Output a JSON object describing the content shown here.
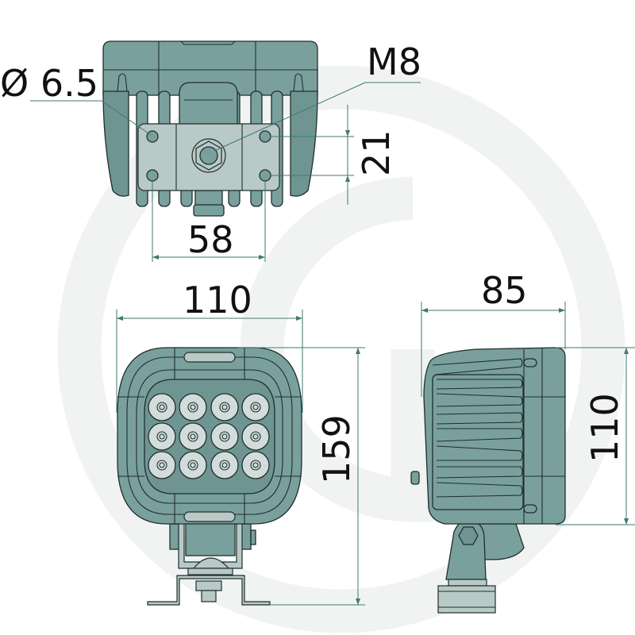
{
  "drawing": {
    "subject": "LED work light dimension drawing",
    "colors": {
      "body": "#7aa09d",
      "outline": "#1e2e2d",
      "mount_plate": "#b8c9c6",
      "led_lens": "#d2dcda",
      "dimension_line": "#3f7a70",
      "watermark": "#f1f3f3"
    },
    "views": {
      "top": {
        "label_hole_diameter": "Ø 6.5",
        "label_bolt": "M8",
        "label_hole_spacing_vertical": "21",
        "label_hole_spacing_horizontal": "58"
      },
      "front": {
        "label_width": "110",
        "label_height": "159",
        "led_rows": 3,
        "led_cols": 4
      },
      "side": {
        "label_depth": "85",
        "label_height": "110"
      }
    }
  }
}
